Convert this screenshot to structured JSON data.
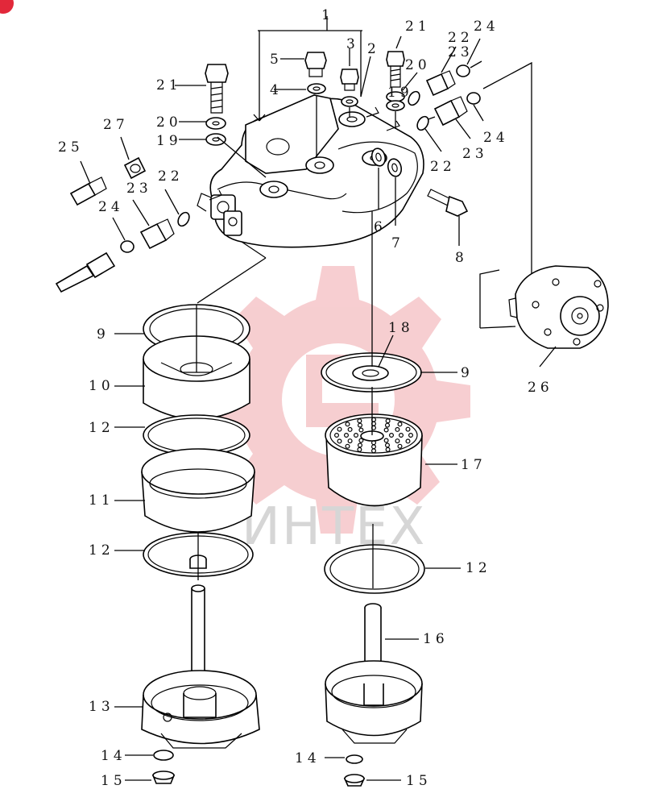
{
  "watermark": {
    "text": "ИНТЕХ",
    "gear_color": "#f6c9cc"
  },
  "corner_badge": {
    "color": "#e2283a"
  },
  "callouts": {
    "c1": "1",
    "c3": "3",
    "c2a": "2",
    "c5": "5",
    "c4": "4",
    "c21a": "21",
    "c21b": "21",
    "c22a": "22",
    "c22b": "22",
    "c22c": "22",
    "c23a": "23",
    "c23b": "23",
    "c23c": "23",
    "c24a": "24",
    "c24b": "24",
    "c24c": "24",
    "c20a": "20",
    "c20b": "20",
    "c19a": "19",
    "c19b": "19",
    "c27": "27",
    "c25": "25",
    "c6": "6",
    "c7": "7",
    "c8": "8",
    "c9a": "9",
    "c9b": "9",
    "c10": "10",
    "c12a": "12",
    "c12b": "12",
    "c12c": "12",
    "c11": "11",
    "c13": "13",
    "c14a": "14",
    "c14b": "14",
    "c15a": "15",
    "c15b": "15",
    "c16": "16",
    "c17": "17",
    "c18": "18",
    "c26": "26"
  }
}
